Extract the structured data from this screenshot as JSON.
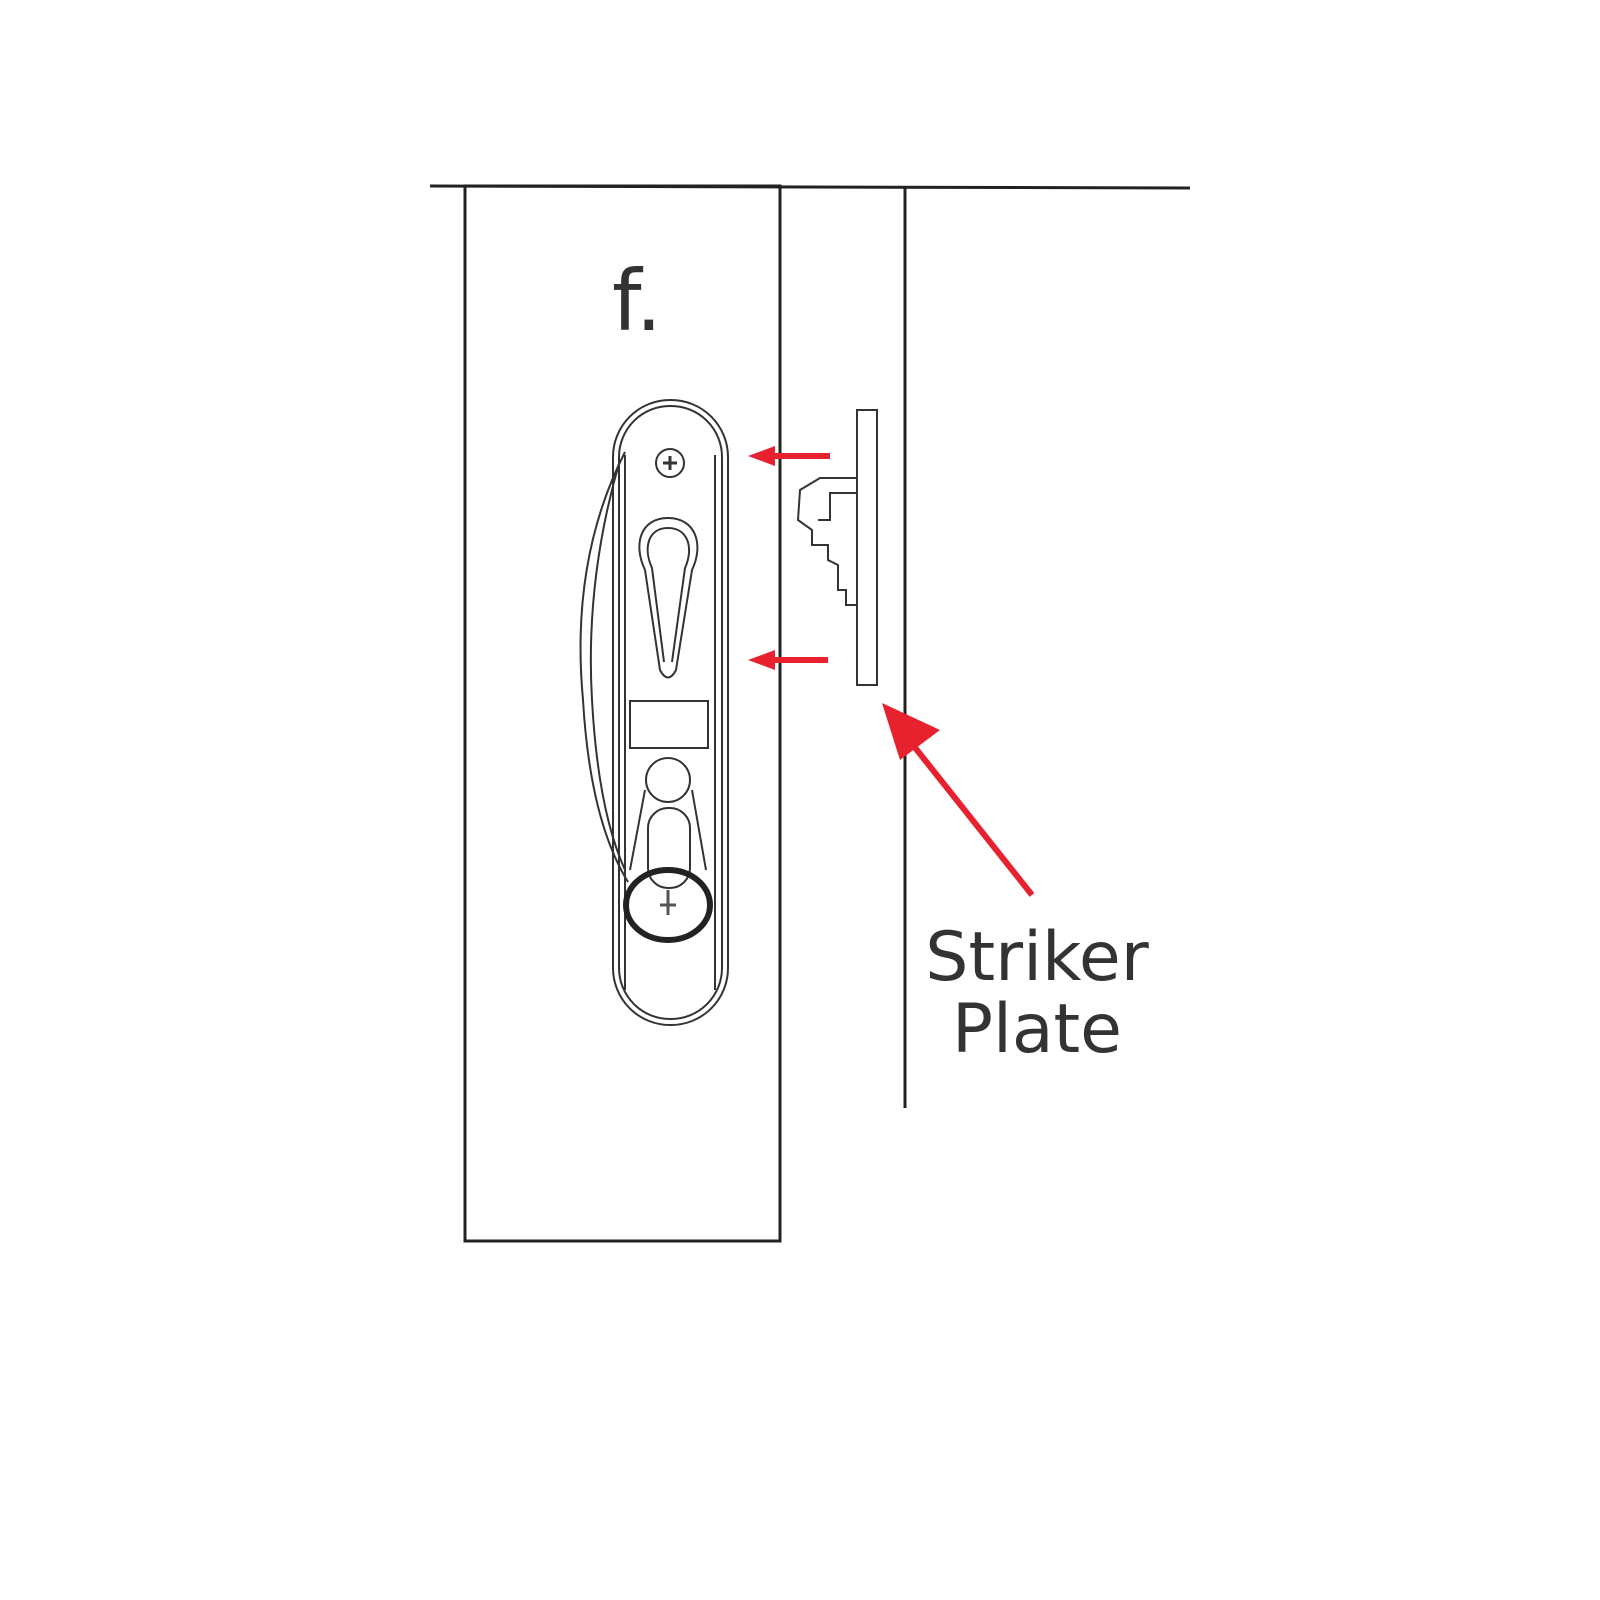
{
  "step_label": "f.",
  "callout": {
    "line1": "Striker",
    "line2": "Plate"
  },
  "colors": {
    "arrow": "#e8212f",
    "line": "#222222"
  }
}
